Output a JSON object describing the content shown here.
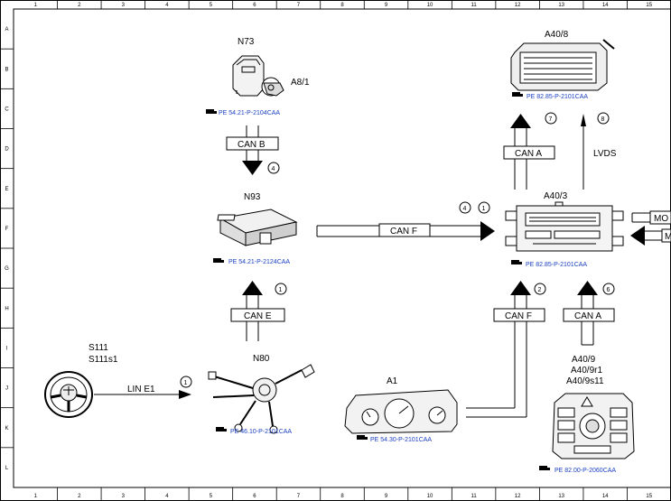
{
  "frame": {
    "columns": [
      "1",
      "2",
      "3",
      "4",
      "5",
      "6",
      "7",
      "8",
      "9",
      "10",
      "11",
      "12",
      "13",
      "14",
      "15"
    ],
    "rows": [
      "A",
      "B",
      "C",
      "D",
      "E",
      "F",
      "G",
      "H",
      "I",
      "J",
      "K",
      "L"
    ]
  },
  "components": {
    "n73": {
      "label": "N73",
      "sub": "A8/1",
      "ref": "PE 54.21-P-2104CAA"
    },
    "n93": {
      "label": "N93",
      "ref": "PE 54.21-P-2124CAA"
    },
    "n80": {
      "label": "N80",
      "ref": "PE 46.10-P-2101CAA"
    },
    "s111": {
      "label1": "S111",
      "label2": "S111s1"
    },
    "a1": {
      "label": "A1",
      "ref": "PE 54.30-P-2101CAA"
    },
    "a40_3": {
      "label": "A40/3",
      "ref": "PE 82.85-P-2101CAA"
    },
    "a40_8": {
      "label": "A40/8",
      "ref": "PE 82.85-P-2101CAA"
    },
    "a40_9": {
      "label1": "A40/9",
      "label2": "A40/9r1",
      "label3": "A40/9s11",
      "ref": "PE 82.00-P-2060CAA"
    }
  },
  "connections": {
    "can_b": {
      "label": "CAN B",
      "num": "4"
    },
    "can_e": {
      "label": "CAN E",
      "num": "1"
    },
    "can_f_h": {
      "label": "CAN F",
      "num1": "4",
      "num2": "1"
    },
    "can_f_v": {
      "label": "CAN F",
      "num": "2"
    },
    "can_a_low": {
      "label": "CAN A",
      "num": "6"
    },
    "can_a_up": {
      "label": "CAN A",
      "num": "7"
    },
    "lvds": {
      "label": "LVDS",
      "num": "8"
    },
    "line1": {
      "label": "LIN E1",
      "num": "1"
    },
    "most_out": {
      "label": "MO"
    },
    "most_in": {
      "label": "M"
    }
  },
  "icons": {
    "ref_icon": "book-reference-icon"
  }
}
